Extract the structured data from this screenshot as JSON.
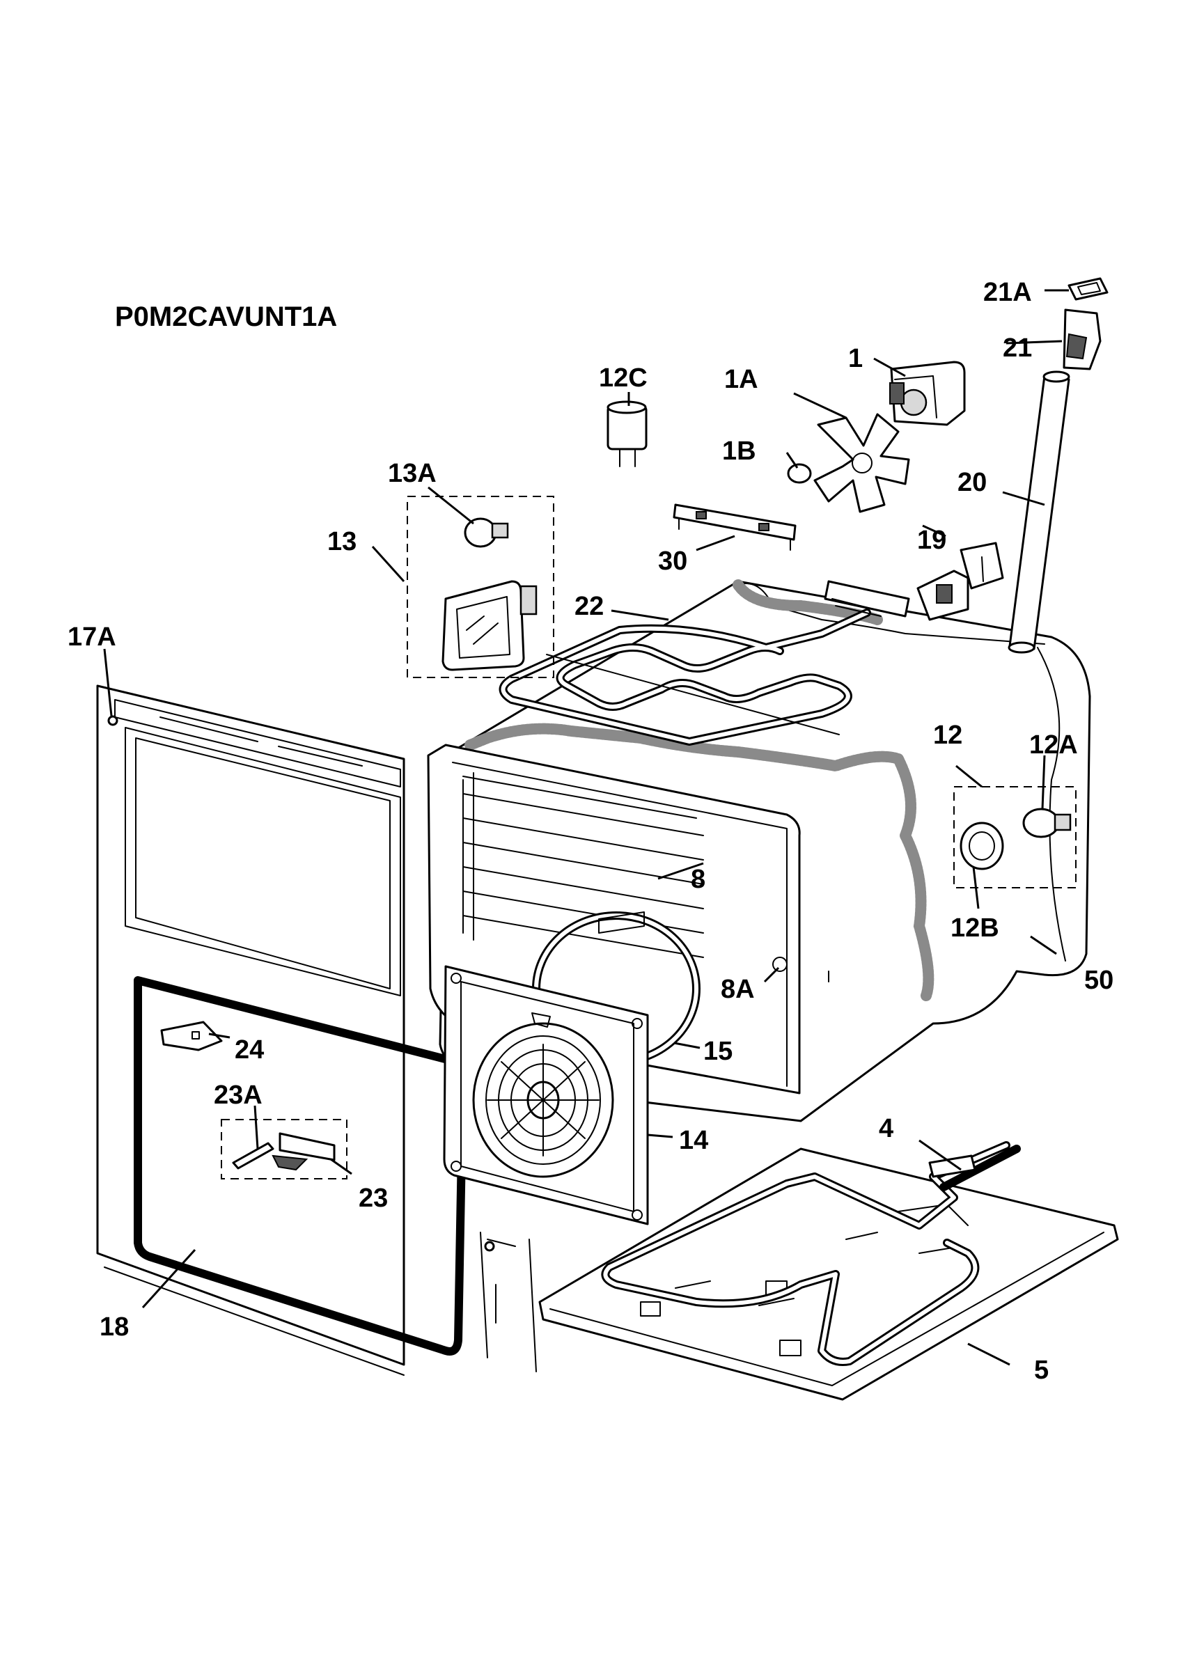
{
  "diagram": {
    "model_code": "P0M2CAVUNT1A",
    "colors": {
      "ink": "#000000",
      "paper": "#ffffff",
      "insulation": "#8a8a8a",
      "shade": "#d9d9d9"
    },
    "parts": {
      "p1": "1",
      "p1A": "1A",
      "p1B": "1B",
      "p4": "4",
      "p5": "5",
      "p8": "8",
      "p8A": "8A",
      "p12": "12",
      "p12A": "12A",
      "p12B": "12B",
      "p12C": "12C",
      "p13": "13",
      "p13A": "13A",
      "p14": "14",
      "p15": "15",
      "p17A": "17A",
      "p18": "18",
      "p19": "19",
      "p20": "20",
      "p21": "21",
      "p21A": "21A",
      "p22": "22",
      "p23": "23",
      "p23A": "23A",
      "p24": "24",
      "p30": "30",
      "p50": "50"
    }
  }
}
